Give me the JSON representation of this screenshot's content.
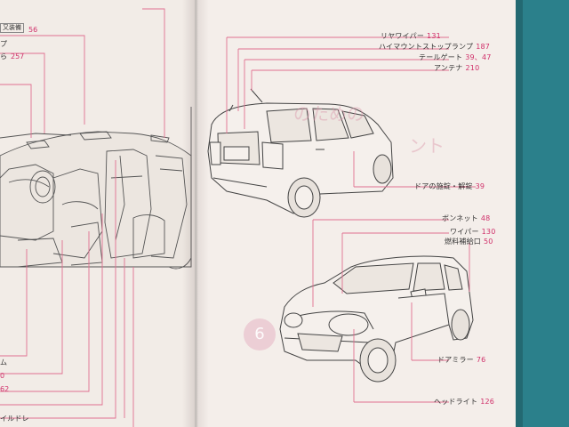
{
  "left_page": {
    "badge": "又装備",
    "labels": [
      {
        "text": "",
        "num": "56"
      },
      {
        "text": "プ",
        "num": ""
      },
      {
        "text": "ら",
        "num": "257"
      },
      {
        "text": "ム",
        "num": ""
      },
      {
        "text": "0",
        "num": ""
      },
      {
        "text": "62",
        "num": ""
      },
      {
        "text": "イルドレ",
        "num": ""
      }
    ]
  },
  "right_page": {
    "top_labels": [
      {
        "text": "リヤワイパー",
        "num": "131"
      },
      {
        "text": "ハイマウントストップランプ",
        "num": "187"
      },
      {
        "text": "テールゲート",
        "num": "39、47"
      },
      {
        "text": "アンテナ",
        "num": "210"
      }
    ],
    "door_label": {
      "text": "ドアの施錠・解錠",
      "num": "39"
    },
    "front_labels": [
      {
        "text": "ボンネット",
        "num": "48"
      },
      {
        "text": "ワイパー",
        "num": "130"
      },
      {
        "text": "燃料補給口",
        "num": "50"
      }
    ],
    "mirror_label": {
      "text": "ドアミラー",
      "num": "76"
    },
    "headlight_label": {
      "text": "ヘッドライト",
      "num": "126"
    },
    "ghost_text_1": "のための",
    "ghost_text_2": "ント",
    "ghost_circle": "6"
  }
}
